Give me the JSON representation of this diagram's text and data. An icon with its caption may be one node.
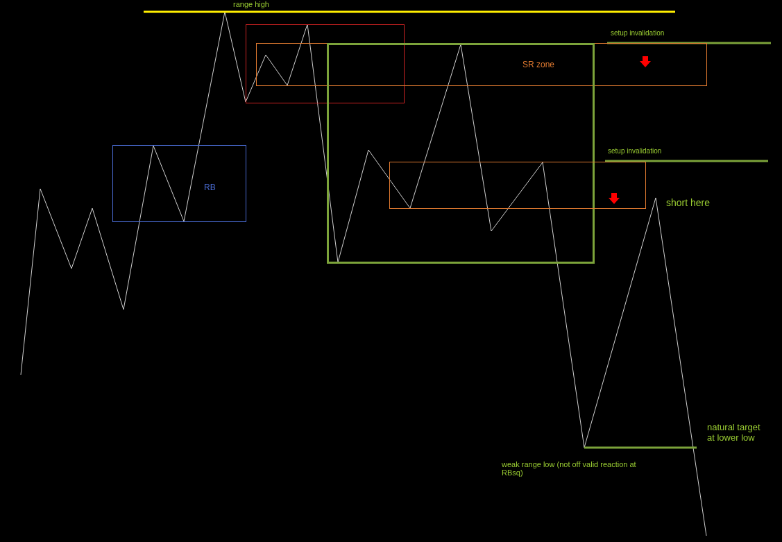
{
  "diagram": {
    "nodes": [
      {
        "text": [
          "RB"
        ]
      },
      {
        "text": [],
        "shape": "box"
      },
      {
        "text": [
          "SR zone"
        ]
      },
      {
        "text": [],
        "shape": "box"
      },
      {
        "text": [],
        "shape": "box"
      }
    ],
    "edges": [],
    "labels": [
      "range high",
      "setup invalidation",
      "setup invalidation",
      "short here",
      "natural target at lower low",
      "weak range low (not off valid reaction at RBsq)"
    ]
  }
}
